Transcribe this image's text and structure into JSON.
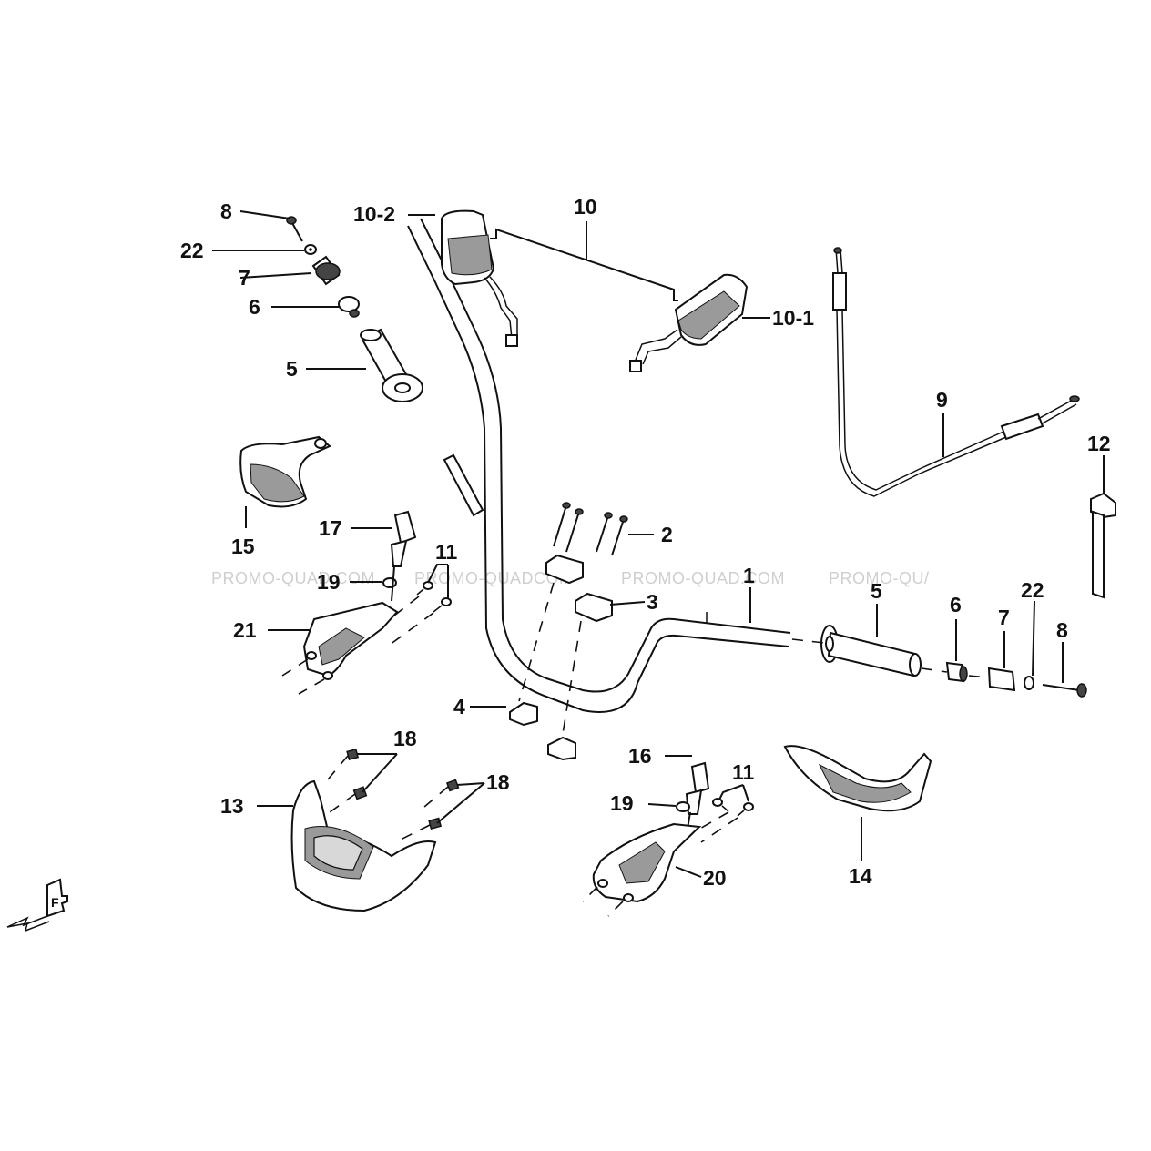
{
  "watermarks": [
    "PROMO-QUAD.COM",
    "PROMO-QUADCOM",
    "PROMO-QUAD.COM",
    "PROMO-QU/"
  ],
  "labels": {
    "p1": "1",
    "p2": "2",
    "p3": "3",
    "p4": "4",
    "p5_left": "5",
    "p5_right": "5",
    "p6_left": "6",
    "p6_right": "6",
    "p7_left": "7",
    "p7_right": "7",
    "p8_left": "8",
    "p8_right": "8",
    "p9": "9",
    "p10": "10",
    "p10_1": "10-1",
    "p10_2": "10-2",
    "p11_left": "11",
    "p11_right": "11",
    "p12": "12",
    "p13": "13",
    "p14": "14",
    "p15": "15",
    "p16": "16",
    "p17": "17",
    "p18_a": "18",
    "p18_b": "18",
    "p19_left": "19",
    "p19_right": "19",
    "p20": "20",
    "p21": "21",
    "p22_left": "22",
    "p22_right": "22"
  },
  "icons": {
    "front_direction": "front-arrow-icon",
    "front_letter": "F"
  }
}
